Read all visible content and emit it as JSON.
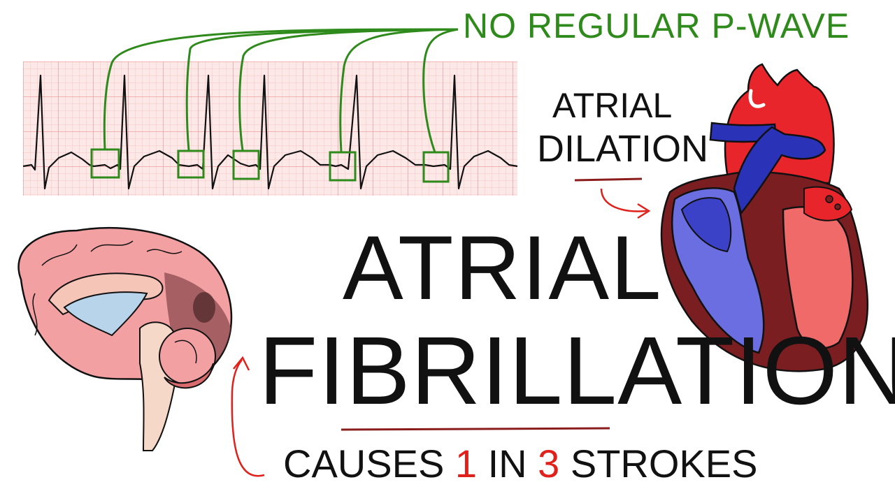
{
  "title": {
    "line1": "ATRIAL",
    "line2": "FIBRILLATION"
  },
  "ecg_label": "NO REGULAR P-WAVE",
  "dilation": {
    "line1": "ATRIAL",
    "line2": "DILATION"
  },
  "subtitle": {
    "before": "CAUSES ",
    "n1": "1",
    "mid": " IN ",
    "n2": "3",
    "after": " STROKES"
  },
  "colors": {
    "ecg_grid": "#f6c6c6",
    "ecg_grid_major": "#ec9f9f",
    "ecg_bg": "#fde8e8",
    "annotation_green": "#2f8a1c",
    "accent_red": "#e0211b",
    "underline": "#8b1c1c",
    "heart_red": "#e8252a",
    "heart_blue": "#2a33b8",
    "heart_wall": "#7a1e22",
    "brain_pink": "#f2a0a2"
  },
  "icons": [
    "ecg-strip",
    "heart-anatomy",
    "brain-sagittal"
  ]
}
